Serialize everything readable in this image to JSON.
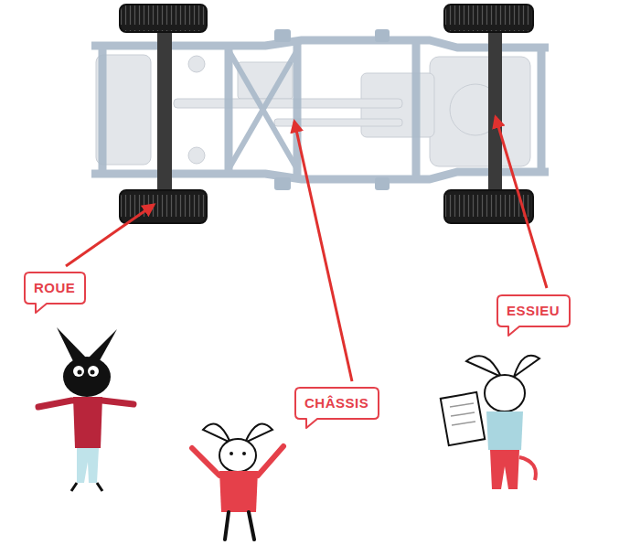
{
  "diagram": {
    "nodes": [
      {
        "text": [
          "ROUE"
        ]
      },
      {
        "text": [
          "CHÂSSIS"
        ]
      },
      {
        "text": [
          "ESSIEU"
        ]
      }
    ]
  }
}
